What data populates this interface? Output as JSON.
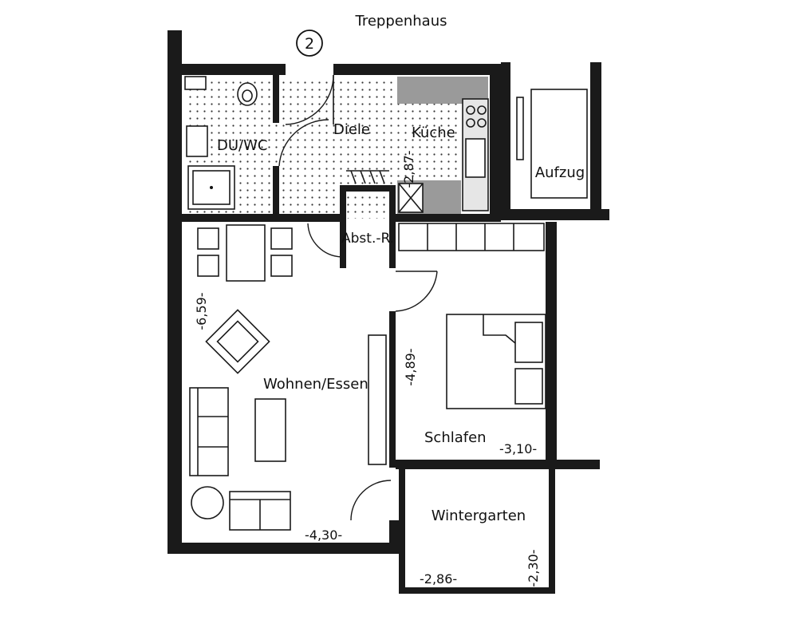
{
  "labels": {
    "stair": "Treppenhaus",
    "unit_no": "2",
    "bath": "DU/WC",
    "hall": "Diele",
    "kitchen": "Küche",
    "storage": "Abst.-R.",
    "elevator": "Aufzug",
    "living": "Wohnen/Essen",
    "bedroom": "Schlafen",
    "winter_garden": "Wintergarten"
  },
  "dimensions": {
    "living_width": "-4,30-",
    "living_depth": "-6,59-",
    "bedroom_width": "-3,10-",
    "bedroom_depth": "-4,89-",
    "kitchen_depth": "-2,87-",
    "winter_garden_width": "-2,86-",
    "winter_garden_depth": "-2,30-"
  }
}
